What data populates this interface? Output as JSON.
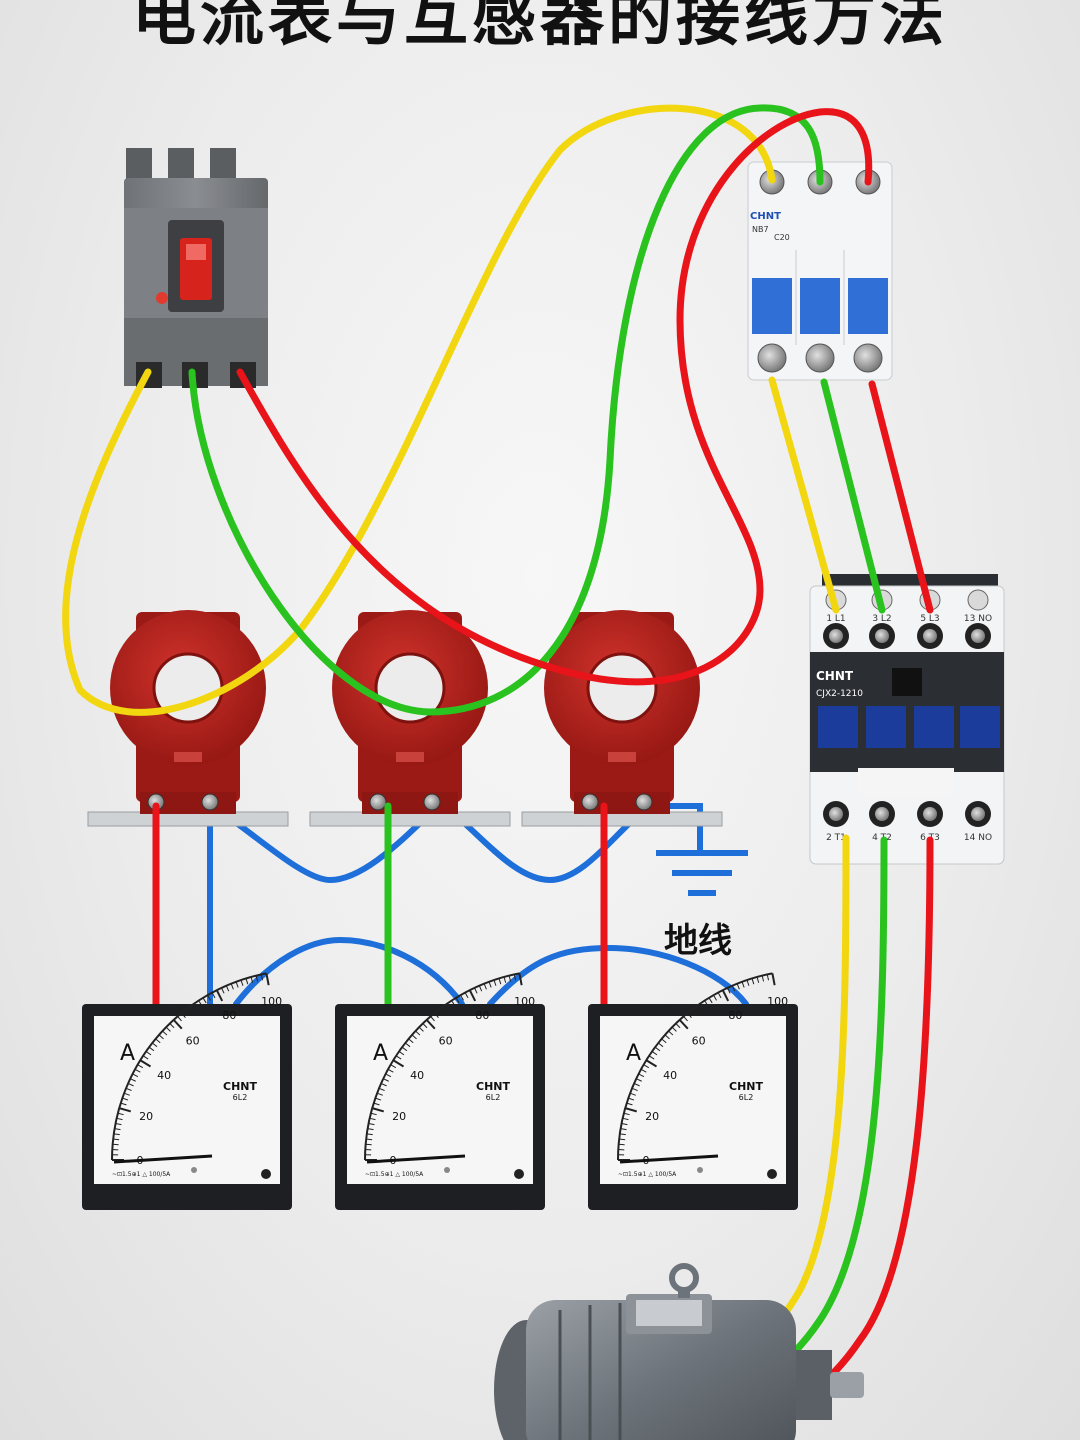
{
  "title": "电流表与互感器的接线方法",
  "ground_label": "地线",
  "mcb": {
    "brand": "CHNT",
    "model": "NB7",
    "rating": "C20"
  },
  "contactor": {
    "brand": "CHNT",
    "model": "CJX2-1210",
    "top_terminals": [
      "1 L1",
      "3 L2",
      "5 L3",
      "13 NO"
    ],
    "bottom_terminals": [
      "2 T1",
      "4 T2",
      "6 T3",
      "14 NO"
    ]
  },
  "ammeter": {
    "unit": "A",
    "brand": "CHNT",
    "model": "6L2",
    "scale": [
      "0",
      "20",
      "40",
      "60",
      "80",
      "100"
    ],
    "footer": "~⊡1.5⊕1 △ 100/5A"
  },
  "colors": {
    "yellow": "#f2d60f",
    "green": "#29c21f",
    "red": "#e8141a",
    "blue": "#1e6fd9",
    "ct_red": "#b51c17"
  }
}
